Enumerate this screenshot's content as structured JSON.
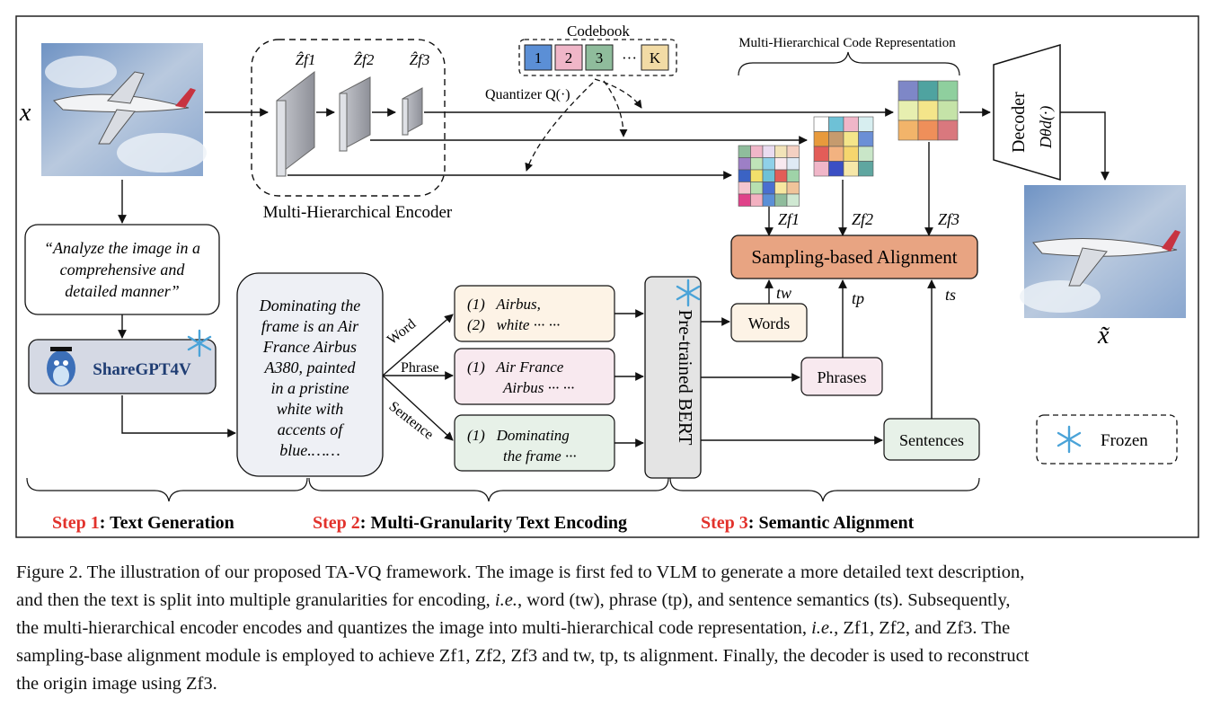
{
  "diagram": {
    "input_symbol": "x",
    "output_symbol": "x̃",
    "encoder": {
      "title": "Multi-Hierarchical Encoder",
      "feature_labels": [
        "Ẑf1",
        "Ẑf2",
        "Ẑf3"
      ]
    },
    "codebook": {
      "title": "Codebook",
      "entries": [
        "1",
        "2",
        "3",
        "···",
        "K"
      ],
      "entry_colors": [
        "#5b8fd6",
        "#f0b6c8",
        "#8fbc9c",
        "#ffffff",
        "#f2dba5"
      ]
    },
    "quantizer_label": "Quantizer Q(·)",
    "code_representation_title": "Multi-Hierarchical Code Representation",
    "z_labels": [
      "Zf1",
      "Zf2",
      "Zf3"
    ],
    "decoder": {
      "label": "Decoder",
      "symbol": "Dθd(·)"
    },
    "prompt_text": [
      "“Analyze the image in a",
      "comprehensive and",
      "detailed manner”"
    ],
    "vlm_name": "ShareGPT4V",
    "description_text": [
      "Dominating the",
      "frame is an Air",
      "France Airbus",
      "A380, painted",
      "in a pristine",
      "white with",
      "accents of",
      "blue.……"
    ],
    "granularity_branches": [
      "Word",
      "Phrase",
      "Sentence"
    ],
    "granularity_boxes": [
      {
        "lines": [
          "(1)   Airbus,",
          "(2)   white ··· ···"
        ],
        "color": "#fdf3e6"
      },
      {
        "lines": [
          "(1)   Air France",
          "Airbus ··· ···"
        ],
        "color": "#f8e9ef"
      },
      {
        "lines": [
          "(1)   Dominating",
          "the frame ···"
        ],
        "color": "#e7f1e8"
      }
    ],
    "bert_label": "Pre-trained BERT",
    "semantic_boxes": [
      {
        "label": "Words",
        "color": "#fdf3e6"
      },
      {
        "label": "Phrases",
        "color": "#f8e9ef"
      },
      {
        "label": "Sentences",
        "color": "#e7f1e8"
      }
    ],
    "t_labels": [
      "tw",
      "tp",
      "ts"
    ],
    "alignment_label": "Sampling-based Alignment",
    "alignment_color": "#e8a482",
    "frozen_label": "Frozen",
    "steps": [
      {
        "prefix": "Step 1",
        "title": ": Text Generation"
      },
      {
        "prefix": "Step 2",
        "title": ": Multi-Granularity Text Encoding"
      },
      {
        "prefix": "Step 3",
        "title": ": Semantic Alignment"
      }
    ],
    "step_prefix_color": "#e2312b",
    "grid_colors": {
      "zf1": [
        "#8fbc9c",
        "#f0b6c8",
        "#eadcf0",
        "#f2e3b8",
        "#f4d0c2",
        "#9d7fc6",
        "#bfe3b8",
        "#8fd0e8",
        "#f8e9ef",
        "#dfeaf5",
        "#3b63c4",
        "#f2e06b",
        "#6ec1d6",
        "#e35d58",
        "#9fd3a8",
        "#f5c6cf",
        "#b7e0b0",
        "#4a6fd0",
        "#f7e7a0",
        "#f0c49a",
        "#e0428a",
        "#f3b0c0",
        "#5b8fd6",
        "#8fbc9c",
        "#cfe8d2"
      ],
      "zf2": [
        "#ffffff",
        "#6ec1d6",
        "#f0b6c8",
        "#d7eef0",
        "#e89a3c",
        "#c59b6e",
        "#f4e58a",
        "#6b8fd6",
        "#e35d58",
        "#f2b280",
        "#f6d66e",
        "#c9e6c8",
        "#f0b6c8",
        "#3b4fc4",
        "#f6e7a8",
        "#5fa6a0"
      ],
      "zf3": [
        "#7e87c7",
        "#4fa3a0",
        "#8fcf9e",
        "#e7efb0",
        "#f4e58a",
        "#c5e3a8",
        "#f2b46a",
        "#ef8f5a",
        "#d9787e"
      ]
    }
  },
  "caption": {
    "label": "Figure 2.",
    "line1": "The illustration of our proposed TA-VQ framework. The image is first fed to VLM to generate a more detailed text description,",
    "line2_a": "and then the text is split into multiple granularities for encoding, ",
    "line2_ie": "i.e.",
    "line2_b": ", word (tw), phrase (tp), and sentence semantics (ts). Subsequently,",
    "line3_a": "the multi-hierarchical encoder encodes and quantizes the image into multi-hierarchical code representation, ",
    "line3_ie": "i.e.",
    "line3_b": ", Zf1, Zf2, and Zf3. The",
    "line4": "sampling-base alignment module is employed to achieve Zf1, Zf2, Zf3 and tw, tp, ts alignment. Finally, the decoder is used to reconstruct",
    "line5": "the origin image using Zf3."
  }
}
